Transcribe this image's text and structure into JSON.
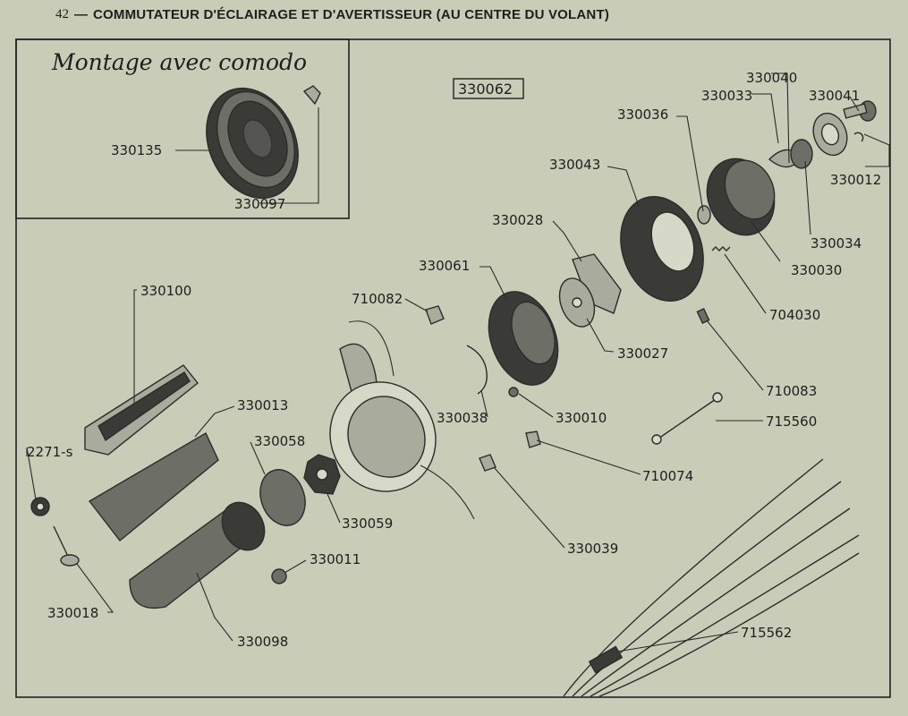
{
  "header": {
    "page_number": "42",
    "dash": "—",
    "title": "COMMUTATEUR D'ÉCLAIRAGE ET D'AVERTISSEUR (AU CENTRE DU VOLANT)"
  },
  "inset": {
    "title": "Montage avec comodo",
    "parts": [
      "330135",
      "330097"
    ]
  },
  "assembly_number": "330062",
  "callouts": {
    "p330040": "330040",
    "p330033": "330033",
    "p330041": "330041",
    "p330036": "330036",
    "p330012": "330012",
    "p330043": "330043",
    "p330034": "330034",
    "p330028": "330028",
    "p330030": "330030",
    "p330061": "330061",
    "p710082": "710082",
    "p704030": "704030",
    "p330027": "330027",
    "p330100": "330100",
    "p710083": "710083",
    "p330013": "330013",
    "p330038": "330038",
    "p330010": "330010",
    "p715560": "715560",
    "p2271s": "2271-s",
    "p330058": "330058",
    "p710074": "710074",
    "p330059": "330059",
    "p330039": "330039",
    "p330011": "330011",
    "p330018": "330018",
    "p330098": "330098",
    "p715562": "715562"
  }
}
